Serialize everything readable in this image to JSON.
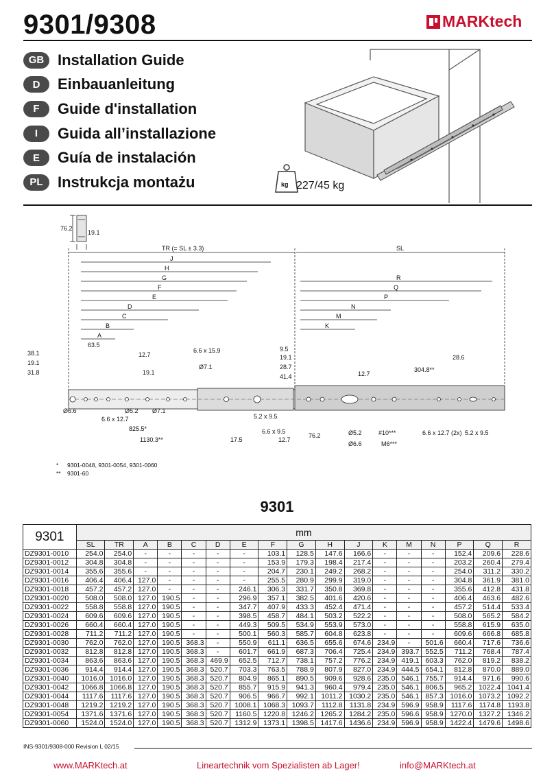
{
  "header": {
    "model_title": "9301/9308",
    "brand": "MARKtech"
  },
  "languages": [
    {
      "code": "GB",
      "label": "Installation Guide"
    },
    {
      "code": "D",
      "label": "Einbauanleitung"
    },
    {
      "code": "F",
      "label": "Guide d'installation"
    },
    {
      "code": "I",
      "label": "Guida all’installazione"
    },
    {
      "code": "E",
      "label": "Guía de instalación"
    },
    {
      "code": "PL",
      "label": "Instrukcja montażu"
    }
  ],
  "load": {
    "icon_label": "kg",
    "rating": "227/45 kg"
  },
  "drawing": {
    "profile_height": "76.2",
    "profile_width": "19.1",
    "tr_label": "TR (= SL ± 3.3)",
    "sl_label": "SL",
    "left_dims": [
      "J",
      "H",
      "G",
      "F",
      "E",
      "D",
      "C",
      "B",
      "A"
    ],
    "right_dims": [
      "R",
      "Q",
      "P",
      "N",
      "M",
      "K"
    ],
    "annotations": {
      "a1": "63.5",
      "a2": "38.1",
      "a3": "19.1",
      "a4": "31.8",
      "a5": "12.7",
      "a6": "19.1",
      "a7": "6.6 x 15.9",
      "a8": "Ø7.1",
      "a9": "Ø6.6",
      "a10": "6.6 x 12.7",
      "a11": "Ø5.2",
      "a12": "Ø7.1",
      "a13": "825.5*",
      "a14": "1130.3**",
      "a15": "17.5",
      "a16": "5.2 x 9.5",
      "a17": "6.6 x 9.5",
      "a18": "12.7",
      "a19": "9.5",
      "a20": "19.1",
      "a21": "28.7",
      "a22": "41.4",
      "a23": "12.7",
      "a24": "304.8**",
      "a25": "28.6",
      "a26": "76.2",
      "a27": "Ø5.2",
      "a28": "Ø6.6",
      "a29": "#10***",
      "a30": "M6***",
      "a31": "6.6 x 12.7 (2x)",
      "a32": "5.2 x 9.5"
    },
    "footnotes": [
      {
        "mark": "*",
        "text": "9301-0048, 9301-0054, 9301-0060"
      },
      {
        "mark": "**",
        "text": "9301-60"
      }
    ]
  },
  "table": {
    "heading": "9301",
    "model_cell": "9301",
    "unit": "mm",
    "columns": [
      "SL",
      "TR",
      "A",
      "B",
      "C",
      "D",
      "E",
      "F",
      "G",
      "H",
      "J",
      "K",
      "M",
      "N",
      "P",
      "Q",
      "R"
    ],
    "rows": [
      [
        "DZ9301-0010",
        "254.0",
        "254.0",
        "-",
        "-",
        "-",
        "-",
        "-",
        "103.1",
        "128.5",
        "147.6",
        "166.6",
        "-",
        "-",
        "-",
        "152.4",
        "209.6",
        "228.6"
      ],
      [
        "DZ9301-0012",
        "304.8",
        "304.8",
        "-",
        "-",
        "-",
        "-",
        "-",
        "153.9",
        "179.3",
        "198.4",
        "217.4",
        "-",
        "-",
        "-",
        "203.2",
        "260.4",
        "279.4"
      ],
      [
        "DZ9301-0014",
        "355.6",
        "355.6",
        "-",
        "-",
        "-",
        "-",
        "-",
        "204.7",
        "230.1",
        "249.2",
        "268.2",
        "-",
        "-",
        "-",
        "254.0",
        "311.2",
        "330.2"
      ],
      [
        "DZ9301-0016",
        "406.4",
        "406.4",
        "127.0",
        "-",
        "-",
        "-",
        "-",
        "255.5",
        "280.9",
        "299.9",
        "319.0",
        "-",
        "-",
        "-",
        "304.8",
        "361.9",
        "381.0"
      ],
      [
        "DZ9301-0018",
        "457.2",
        "457.2",
        "127.0",
        "-",
        "-",
        "-",
        "246.1",
        "306.3",
        "331.7",
        "350.8",
        "369.8",
        "-",
        "-",
        "-",
        "355.6",
        "412.8",
        "431.8"
      ],
      [
        "DZ9301-0020",
        "508.0",
        "508.0",
        "127.0",
        "190.5",
        "-",
        "-",
        "296.9",
        "357.1",
        "382.5",
        "401.6",
        "420.6",
        "-",
        "-",
        "-",
        "406.4",
        "463.6",
        "482.6"
      ],
      [
        "DZ9301-0022",
        "558.8",
        "558.8",
        "127.0",
        "190.5",
        "-",
        "-",
        "347.7",
        "407.9",
        "433.3",
        "452.4",
        "471.4",
        "-",
        "-",
        "-",
        "457.2",
        "514.4",
        "533.4"
      ],
      [
        "DZ9301-0024",
        "609.6",
        "609.6",
        "127.0",
        "190.5",
        "-",
        "-",
        "398.5",
        "458.7",
        "484.1",
        "503.2",
        "522.2",
        "-",
        "-",
        "-",
        "508.0",
        "565.2",
        "584.2"
      ],
      [
        "DZ9301-0026",
        "660.4",
        "660.4",
        "127.0",
        "190.5",
        "-",
        "-",
        "449.3",
        "509.5",
        "534.9",
        "553.9",
        "573.0",
        "-",
        "-",
        "-",
        "558.8",
        "615.9",
        "635.0"
      ],
      [
        "DZ9301-0028",
        "711.2",
        "711.2",
        "127.0",
        "190.5",
        "-",
        "-",
        "500.1",
        "560.3",
        "585.7",
        "604.8",
        "623.8",
        "-",
        "-",
        "-",
        "609.6",
        "666.8",
        "685.8"
      ],
      [
        "DZ9301-0030",
        "762.0",
        "762.0",
        "127.0",
        "190.5",
        "368.3",
        "-",
        "550.9",
        "611.1",
        "636.5",
        "655.6",
        "674.6",
        "234.9",
        "-",
        "501.6",
        "660.4",
        "717.6",
        "736.6"
      ],
      [
        "DZ9301-0032",
        "812.8",
        "812.8",
        "127.0",
        "190.5",
        "368.3",
        "-",
        "601.7",
        "661.9",
        "687.3",
        "706.4",
        "725.4",
        "234.9",
        "393.7",
        "552.5",
        "711.2",
        "768.4",
        "787.4"
      ],
      [
        "DZ9301-0034",
        "863.6",
        "863.6",
        "127.0",
        "190.5",
        "368.3",
        "469.9",
        "652.5",
        "712.7",
        "738.1",
        "757.2",
        "776.2",
        "234.9",
        "419.1",
        "603.3",
        "762.0",
        "819.2",
        "838.2"
      ],
      [
        "DZ9301-0036",
        "914.4",
        "914.4",
        "127.0",
        "190.5",
        "368.3",
        "520.7",
        "703.3",
        "763.5",
        "788.9",
        "807.9",
        "827.0",
        "234.9",
        "444.5",
        "654.1",
        "812.8",
        "870.0",
        "889.0"
      ],
      [
        "DZ9301-0040",
        "1016.0",
        "1016.0",
        "127.0",
        "190.5",
        "368.3",
        "520.7",
        "804.9",
        "865.1",
        "890.5",
        "909.6",
        "928.6",
        "235.0",
        "546.1",
        "755.7",
        "914.4",
        "971.6",
        "990.6"
      ],
      [
        "DZ9301-0042",
        "1066.8",
        "1066.8",
        "127.0",
        "190.5",
        "368.3",
        "520.7",
        "855.7",
        "915.9",
        "941.3",
        "960.4",
        "979.4",
        "235.0",
        "546.1",
        "806.5",
        "965.2",
        "1022.4",
        "1041.4"
      ],
      [
        "DZ9301-0044",
        "1117.6",
        "1117.6",
        "127.0",
        "190.5",
        "368.3",
        "520.7",
        "906.5",
        "966.7",
        "992.1",
        "1011.2",
        "1030.2",
        "235.0",
        "546.1",
        "857.3",
        "1016.0",
        "1073.2",
        "1092.2"
      ],
      [
        "DZ9301-0048",
        "1219.2",
        "1219.2",
        "127.0",
        "190.5",
        "368.3",
        "520.7",
        "1008.1",
        "1068.3",
        "1093.7",
        "1112.8",
        "1131.8",
        "234.9",
        "596.9",
        "958.9",
        "1117.6",
        "1174.8",
        "1193.8"
      ],
      [
        "DZ9301-0054",
        "1371.6",
        "1371.6",
        "127.0",
        "190.5",
        "368.3",
        "520.7",
        "1160.5",
        "1220.8",
        "1246.2",
        "1265.2",
        "1284.2",
        "235.0",
        "596.6",
        "958.9",
        "1270.0",
        "1327.2",
        "1346.2"
      ],
      [
        "DZ9301-0060",
        "1524.0",
        "1524.0",
        "127.0",
        "190.5",
        "368.3",
        "520.7",
        "1312.9",
        "1373.1",
        "1398.5",
        "1417.6",
        "1436.6",
        "234.9",
        "596.9",
        "958.9",
        "1422.4",
        "1479.6",
        "1498.6"
      ]
    ]
  },
  "revision": "INS-9301/9308-000 Revision L 02/15",
  "footer": {
    "website": "www.MARKtech.at",
    "slogan": "Lineartechnik vom Spezialisten ab Lager!",
    "email": "info@MARKtech.at"
  }
}
